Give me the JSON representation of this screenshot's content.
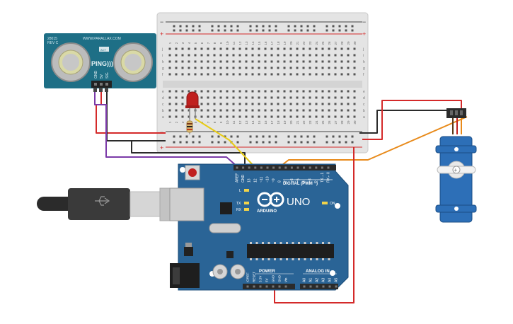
{
  "ping_sensor": {
    "model": "28015",
    "rev": "REV C",
    "brand": "WWW.PARALLAX.COM",
    "act": "ACT",
    "name": "PING)))",
    "pins": [
      "GND",
      "5V",
      "SIG"
    ]
  },
  "breadboard": {
    "row_letters_top": [
      "j",
      "i",
      "h",
      "g",
      "f"
    ],
    "row_letters_bottom": [
      "e",
      "d",
      "c",
      "b",
      "a"
    ],
    "column_numbers": [
      "1",
      "2",
      "3",
      "4",
      "5",
      "6",
      "7",
      "8",
      "9",
      "10",
      "11",
      "12",
      "13",
      "14",
      "15",
      "16",
      "17",
      "18",
      "19",
      "20",
      "21",
      "22",
      "23",
      "24",
      "25",
      "26",
      "27",
      "28",
      "29",
      "30"
    ],
    "rail_minus": "−",
    "rail_plus": "+"
  },
  "arduino": {
    "brand": "ARDUINO",
    "model": "UNO",
    "digital_header": "DIGITAL (PWM ~)",
    "digital_pins": [
      "AREF",
      "GND",
      "13",
      "12",
      "~11",
      "~10",
      "~9",
      "8",
      "7",
      "~6",
      "~5",
      "4",
      "~3",
      "2",
      "TX→1",
      "RX←0"
    ],
    "power_header": "POWER",
    "power_pins": [
      "IOREF",
      "RESET",
      "3.3V",
      "5V",
      "GND",
      "GND",
      "Vin"
    ],
    "analog_header": "ANALOG IN",
    "analog_pins": [
      "A0",
      "A1",
      "A2",
      "A3",
      "A4",
      "A5"
    ],
    "led_labels": [
      "L",
      "TX",
      "RX"
    ],
    "on_label": "ON"
  },
  "colors": {
    "wire_red": "#d42a2a",
    "wire_black": "#2b2b2b",
    "wire_purple": "#7b3aa8",
    "wire_yellow": "#e8cc15",
    "wire_orange": "#e88a1a",
    "board_blue": "#2a6496",
    "servo_blue": "#2d6fb7",
    "sensor_teal": "#1e6f86"
  }
}
